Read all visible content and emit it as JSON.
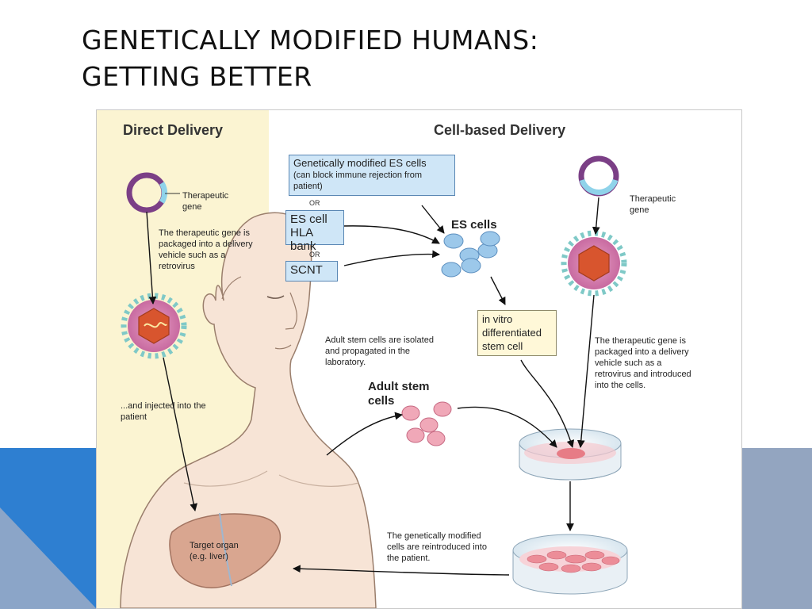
{
  "slide": {
    "title_line1": "GENETICALLY MODIFIED HUMANS:",
    "title_line2": "GETTING BETTER"
  },
  "colors": {
    "band_left": "#2e7fd1",
    "band_right": "#93a5c0",
    "direct_panel": "#fbf4d2",
    "box_fill": "#cfe6f7",
    "box_border": "#5a87b4",
    "note_fill": "#fff8d8",
    "cell_blue": "#9cc8ea",
    "cell_pink": "#f0a8b8",
    "organ": "#d9a690",
    "skin": "#f7e4d6"
  },
  "figure": {
    "direct": {
      "heading": "Direct Delivery",
      "gene_label": "Therapeutic gene",
      "packaged_text": "The therapeutic gene is packaged into a delivery vehicle such as a retrovirus",
      "injected_text": "...and injected into the patient",
      "organ_label": "Target organ (e.g. liver)"
    },
    "cell": {
      "heading": "Cell-based Delivery",
      "gm_es_title": "Genetically modified ES cells",
      "gm_es_sub": "(can block immune rejection from patient)",
      "or1": "OR",
      "hla_bank": "ES cell HLA bank",
      "or2": "OR",
      "scnt": "SCNT",
      "es_cells": "ES cells",
      "in_vitro": "in vitro differentiated stem cell",
      "gene_label": "Therapeutic gene",
      "packaged_text": "The therapeutic gene is packaged into a delivery vehicle such as a retrovirus and introduced into the cells.",
      "adult_isolated": "Adult stem cells are isolated and propagated in the laboratory.",
      "adult_stem": "Adult stem cells",
      "reintroduced": "The genetically modified cells are reintroduced into the patient."
    }
  }
}
